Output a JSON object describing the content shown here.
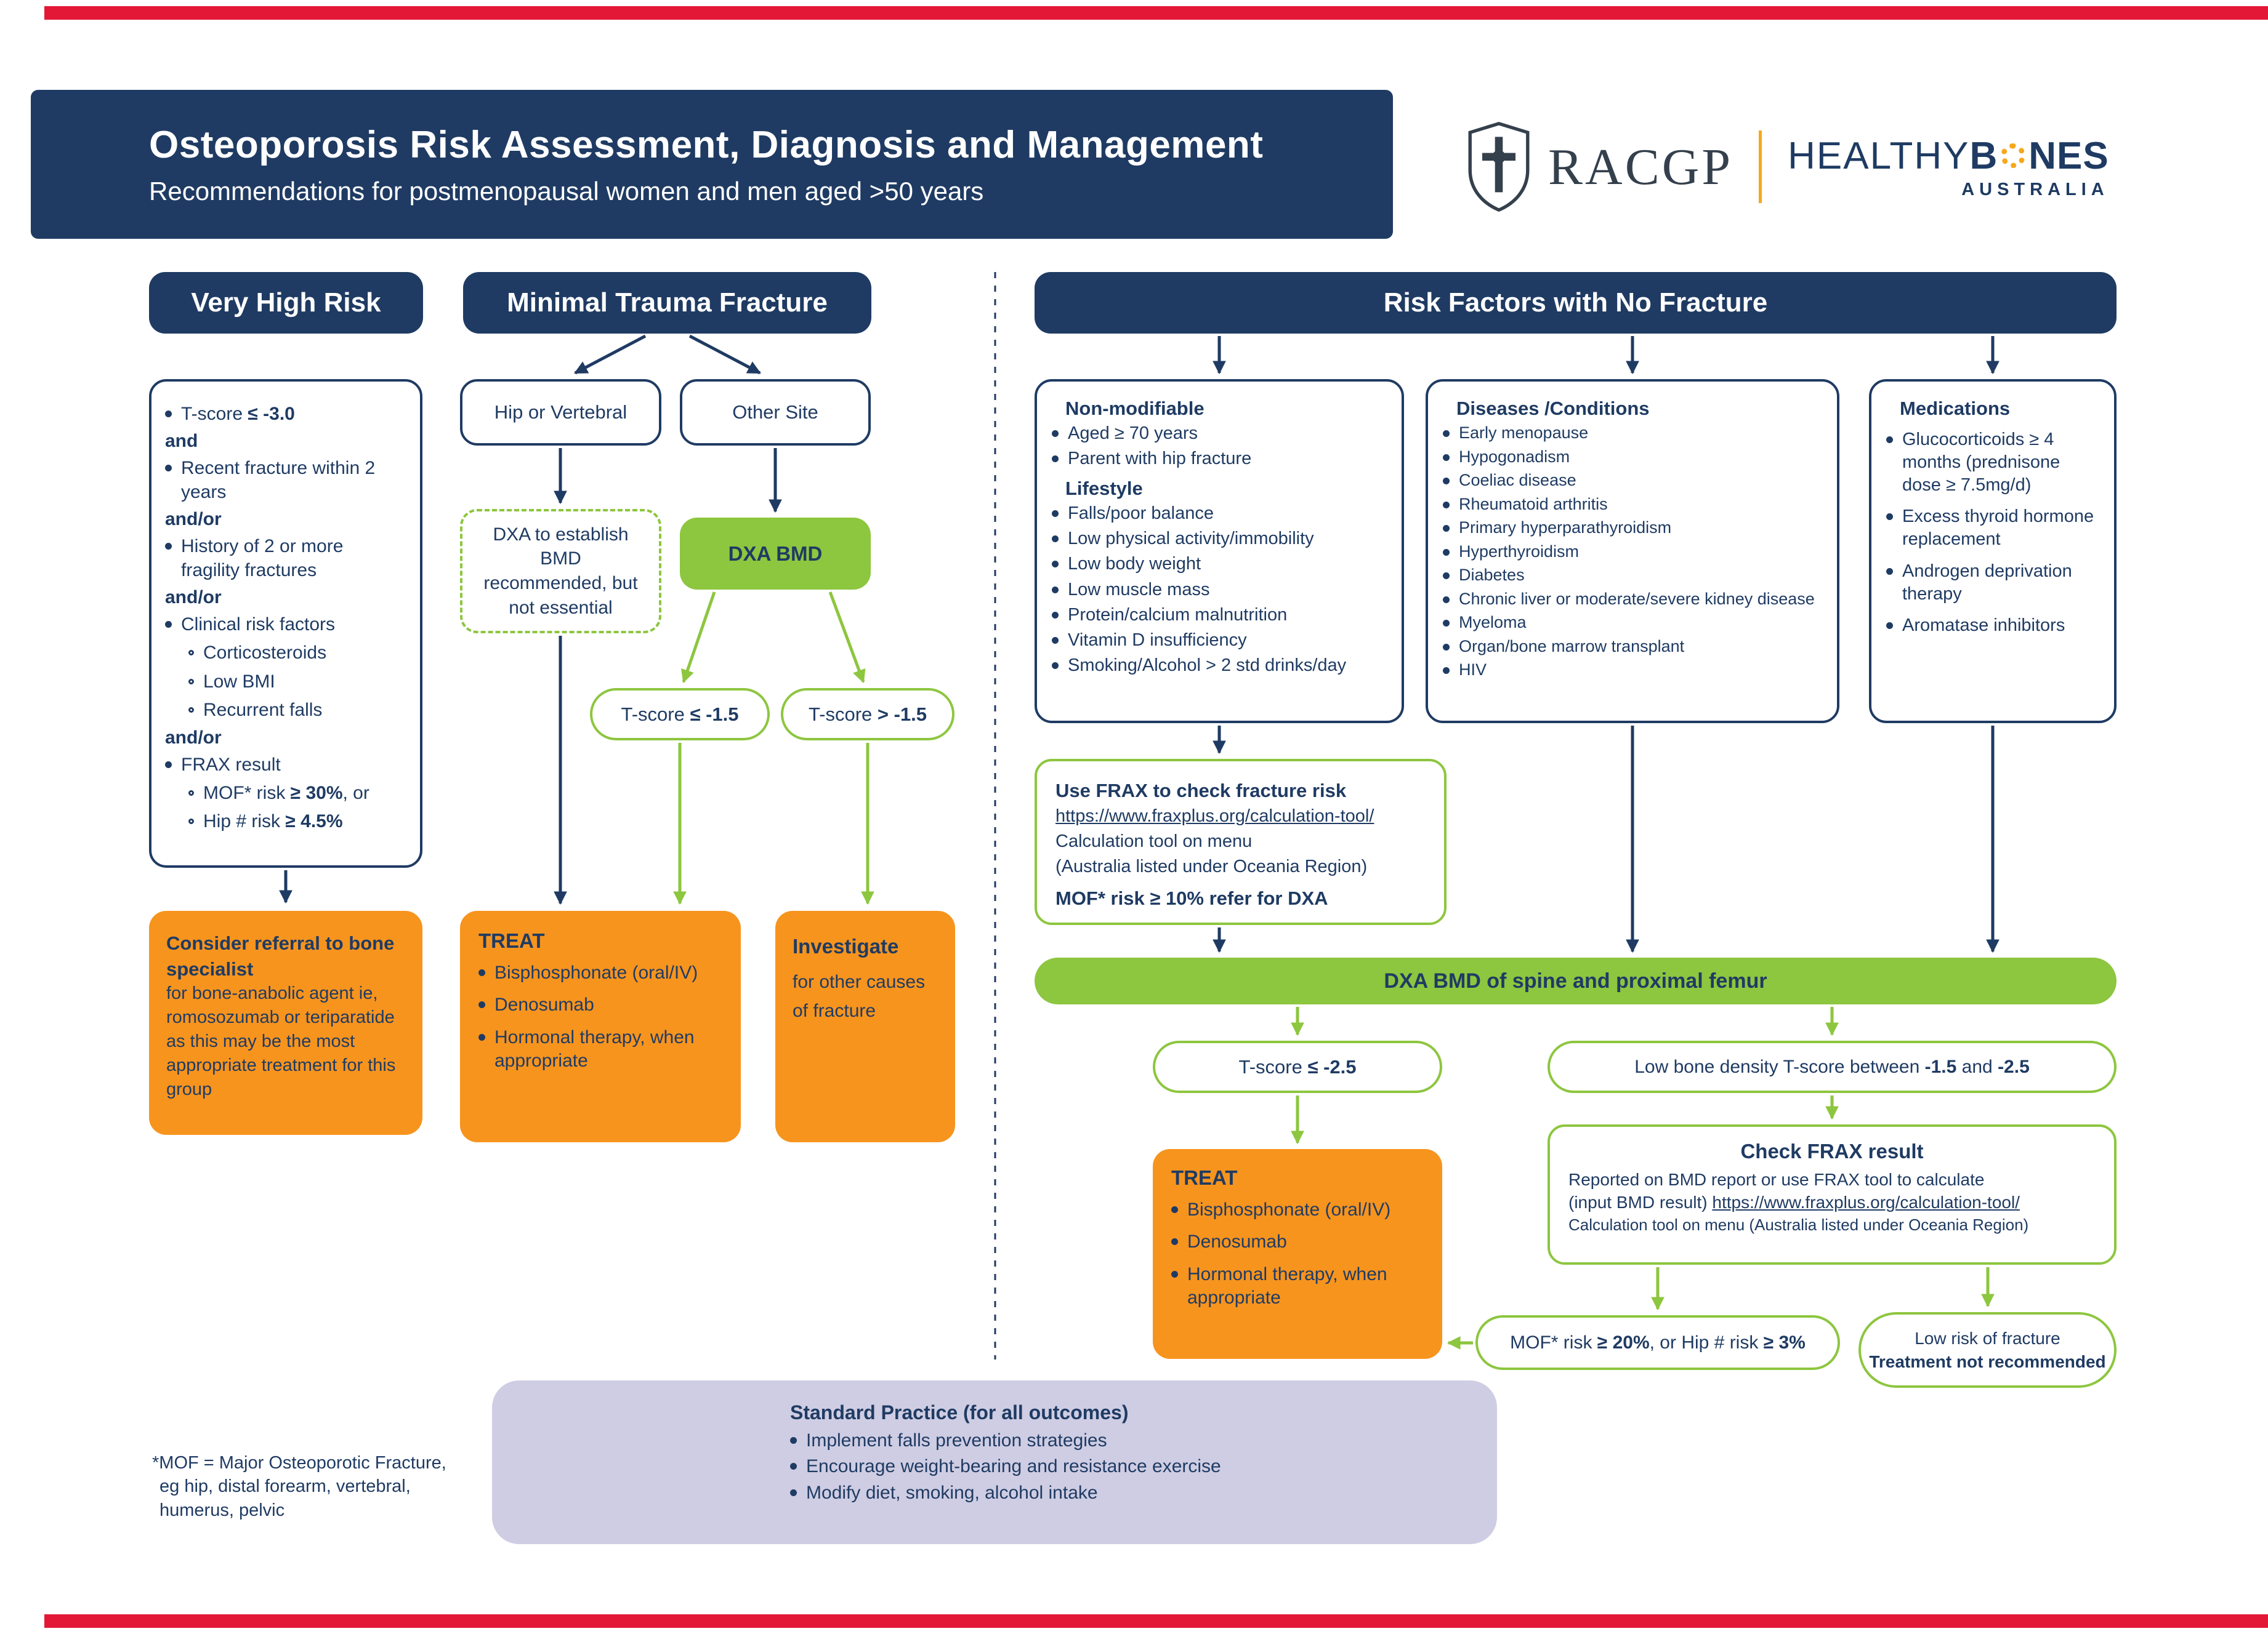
{
  "colors": {
    "navy": "#1f3b63",
    "orange": "#f7941e",
    "green": "#8dc63f",
    "lavender": "#cfcde3",
    "red": "#e31837"
  },
  "page": {
    "title": "Osteoporosis Risk Assessment, Diagnosis and Management",
    "subtitle": "Recommendations for postmenopausal women and men aged >50 years"
  },
  "brand": {
    "racgp": "RACGP",
    "healthy": "HEALTHY",
    "bones_b": "B",
    "bones_nes": "NES",
    "australia": "AUSTRALIA"
  },
  "very_high_risk": {
    "header": "Very High Risk",
    "c1_pre": "T-score ",
    "c1_bold": "≤ -3.0",
    "and": "and",
    "c2": "Recent fracture within 2 years",
    "andor1": "and/or",
    "c3": "History of 2 or more fragility fractures",
    "andor2": "and/or",
    "c4": "Clinical risk factors",
    "c4_subs": [
      "Corticosteroids",
      "Low BMI",
      "Recurrent falls"
    ],
    "andor3": "and/or",
    "c5": "FRAX result",
    "c5_sub1_pre": "MOF* risk ",
    "c5_sub1_bold": "≥ 30%",
    "c5_sub1_post": ", or",
    "c5_sub2_pre": "Hip # risk ",
    "c5_sub2_bold": "≥ 4.5%",
    "action_title": "Consider referral to bone specialist",
    "action_body": "for bone-anabolic agent ie, romosozumab or teriparatide as this may be the most appropriate treatment for this group"
  },
  "minimal_trauma": {
    "header": "Minimal Trauma Fracture",
    "hip_or_vertebral": "Hip or Vertebral",
    "other_site": "Other Site",
    "dxa_optional": "DXA to establish BMD recommended, but not essential",
    "dxa_bmd": "DXA BMD",
    "tscore_le_pre": "T-score ",
    "tscore_le_bold": "≤ -1.5",
    "tscore_gt_pre": "T-score ",
    "tscore_gt_bold": "> -1.5",
    "treat_title": "TREAT",
    "treat_items": [
      "Bisphosphonate (oral/IV)",
      "Denosumab",
      "Hormonal therapy, when appropriate"
    ],
    "investigate_title": "Investigate",
    "investigate_body": "for other causes of fracture"
  },
  "risk_factors": {
    "header": "Risk Factors with No Fracture",
    "non_modifiable": {
      "title": "Non-modifiable",
      "items": [
        "Aged ≥ 70 years",
        "Parent with hip fracture"
      ],
      "lifestyle_title": "Lifestyle",
      "lifestyle_items": [
        "Falls/poor balance",
        "Low physical activity/immobility",
        "Low body weight",
        "Low muscle mass",
        "Protein/calcium malnutrition",
        "Vitamin D insufficiency",
        "Smoking/Alcohol > 2 std drinks/day"
      ]
    },
    "diseases": {
      "title": "Diseases /Conditions",
      "items": [
        "Early menopause",
        "Hypogonadism",
        "Coeliac disease",
        "Rheumatoid arthritis",
        "Primary hyperparathyroidism",
        "Hyperthyroidism",
        "Diabetes",
        "Chronic liver or moderate/severe kidney disease",
        "Myeloma",
        "Organ/bone marrow transplant",
        "HIV"
      ]
    },
    "medications": {
      "title": "Medications",
      "items": [
        "Glucocorticoids ≥ 4 months (prednisone dose ≥ 7.5mg/d)",
        "Excess thyroid hormone replacement",
        "Androgen deprivation therapy",
        "Aromatase inhibitors"
      ]
    },
    "frax_check": {
      "title": "Use FRAX to check fracture risk",
      "link": "https://www.fraxplus.org/calculation-tool/",
      "line1": "Calculation tool on menu",
      "line2": "(Australia listed under Oceania Region)",
      "bold_line": "MOF* risk ≥ 10% refer for DXA"
    },
    "dxa_bar": "DXA BMD of spine and proximal femur",
    "tscore_25_pre": "T-score ",
    "tscore_25_bold": "≤ -2.5",
    "low_density_pre": "Low bone density T-score between ",
    "low_density_b1": "-1.5",
    "low_density_mid": " and ",
    "low_density_b2": "-2.5",
    "treat_title": "TREAT",
    "treat_items": [
      "Bisphosphonate (oral/IV)",
      "Denosumab",
      "Hormonal therapy, when appropriate"
    ],
    "check_frax": {
      "title": "Check FRAX result",
      "line1": "Reported on BMD report or use FRAX tool to calculate",
      "line2_pre": "(input BMD result) ",
      "line2_link": "https://www.fraxplus.org/calculation-tool/",
      "line3": "Calculation tool on menu (Australia listed under Oceania Region)"
    },
    "mof20_pre": "MOF* risk ",
    "mof20_b1": "≥ 20%",
    "mof20_mid": ", or Hip # risk ",
    "mof20_b2": "≥ 3%",
    "low_risk_line1": "Low risk of fracture",
    "low_risk_line2": "Treatment not recommended"
  },
  "standard_practice": {
    "title": "Standard Practice (for all outcomes)",
    "items": [
      "Implement falls prevention strategies",
      "Encourage weight-bearing and resistance exercise",
      "Modify diet, smoking, alcohol intake"
    ]
  },
  "footnote": {
    "line1": "*MOF = Major Osteoporotic Fracture,",
    "line2": "eg hip, distal forearm, vertebral,",
    "line3": "humerus, pelvic"
  }
}
